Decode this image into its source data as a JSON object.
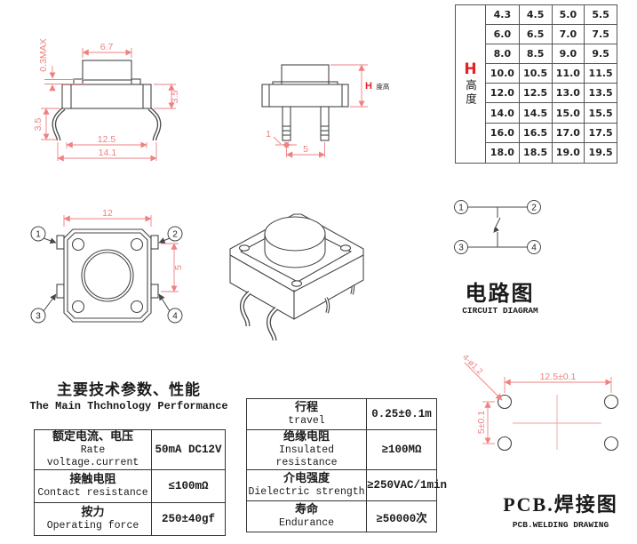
{
  "colors": {
    "dimension_red": "#ee8181",
    "accent_red": "#e32227",
    "drawing_line": "#474747"
  },
  "h_table": {
    "header_letter": "H",
    "header_cn": "高度",
    "rows": [
      [
        "4.3",
        "4.5",
        "5.0",
        "5.5"
      ],
      [
        "6.0",
        "6.5",
        "7.0",
        "7.5"
      ],
      [
        "8.0",
        "8.5",
        "9.0",
        "9.5"
      ],
      [
        "10.0",
        "10.5",
        "11.0",
        "11.5"
      ],
      [
        "12.0",
        "12.5",
        "13.0",
        "13.5"
      ],
      [
        "14.0",
        "14.5",
        "15.0",
        "15.5"
      ],
      [
        "16.0",
        "16.5",
        "17.0",
        "17.5"
      ],
      [
        "18.0",
        "18.5",
        "19.0",
        "19.5"
      ]
    ]
  },
  "front_view": {
    "dim_top_clearance": "0.3MAX",
    "dim_button_width": "6.7",
    "dim_body_height": "3.5",
    "dim_leg_height": "3.5",
    "dim_pin_span": "12.5",
    "dim_overall_width": "14.1"
  },
  "side_view": {
    "height_letter": "H",
    "height_suffix": "度高",
    "dim_leg_width": "1",
    "dim_leg_pitch": "5"
  },
  "top_view": {
    "dim_body_width": "12",
    "dim_pin_pitch": "5",
    "pin_labels": [
      "1",
      "2",
      "3",
      "4"
    ]
  },
  "circuit": {
    "pin_labels": [
      "1",
      "2",
      "3",
      "4"
    ],
    "title_cn": "电路图",
    "title_en": "CIRCUIT DIAGRAM"
  },
  "pcb": {
    "dim_hole": "4-ø1.2",
    "dim_h": "12.5±0.1",
    "dim_v": "5±0.1",
    "title_cn": "PCB.焊接图",
    "title_en": "PCB.WELDING DRAWING"
  },
  "specs": {
    "title_cn": "主要技术参数、性能",
    "title_en": "The Main Thchnology Performance",
    "left_rows": [
      {
        "cn": "额定电流、电压",
        "en": "Rate voltage.current",
        "value": "50mA DC12V"
      },
      {
        "cn": "接触电阻",
        "en": "Contact resistance",
        "value": "≤100mΩ"
      },
      {
        "cn": "按力",
        "en": "Operating force",
        "value": "250±40gf"
      }
    ],
    "right_rows": [
      {
        "cn": "行程",
        "en": "travel",
        "value": "0.25±0.1m"
      },
      {
        "cn": "绝缘电阻",
        "en": "Insulated resistance",
        "value": "≥100MΩ"
      },
      {
        "cn": "介电强度",
        "en": "Dielectric strength",
        "value": "≥250VAC/1min"
      },
      {
        "cn": "寿命",
        "en": "Endurance",
        "value": "≥50000次"
      }
    ]
  }
}
